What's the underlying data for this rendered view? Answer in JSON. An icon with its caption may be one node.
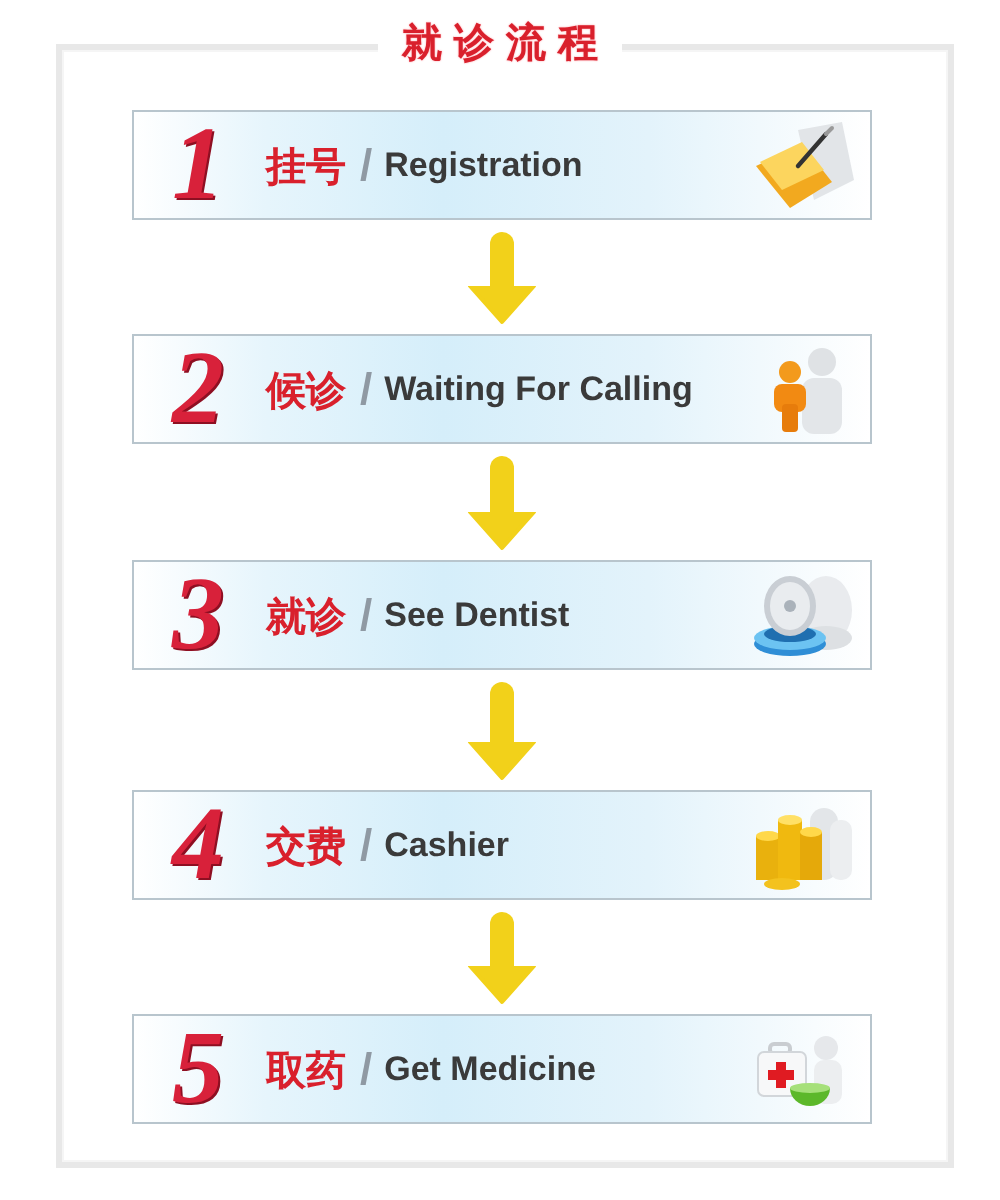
{
  "diagram": {
    "title": "就诊流程",
    "nodes": [
      {
        "text": [
          "1",
          "挂号",
          "/",
          "Registration"
        ]
      },
      {
        "text": [
          "2",
          "候诊",
          "/",
          "Waiting For Calling"
        ]
      },
      {
        "text": [
          "3",
          "就诊",
          "/",
          "See Dentist"
        ]
      },
      {
        "text": [
          "4",
          "交费",
          "/",
          "Cashier"
        ]
      },
      {
        "text": [
          "5",
          "取药",
          "/",
          "Get Medicine"
        ]
      }
    ],
    "edges": [
      {
        "from": 0,
        "to": 1,
        "arrow": "to"
      },
      {
        "from": 1,
        "to": 2,
        "arrow": "to"
      },
      {
        "from": 2,
        "to": 3,
        "arrow": "to"
      },
      {
        "from": 3,
        "to": 4,
        "arrow": "to"
      }
    ]
  }
}
